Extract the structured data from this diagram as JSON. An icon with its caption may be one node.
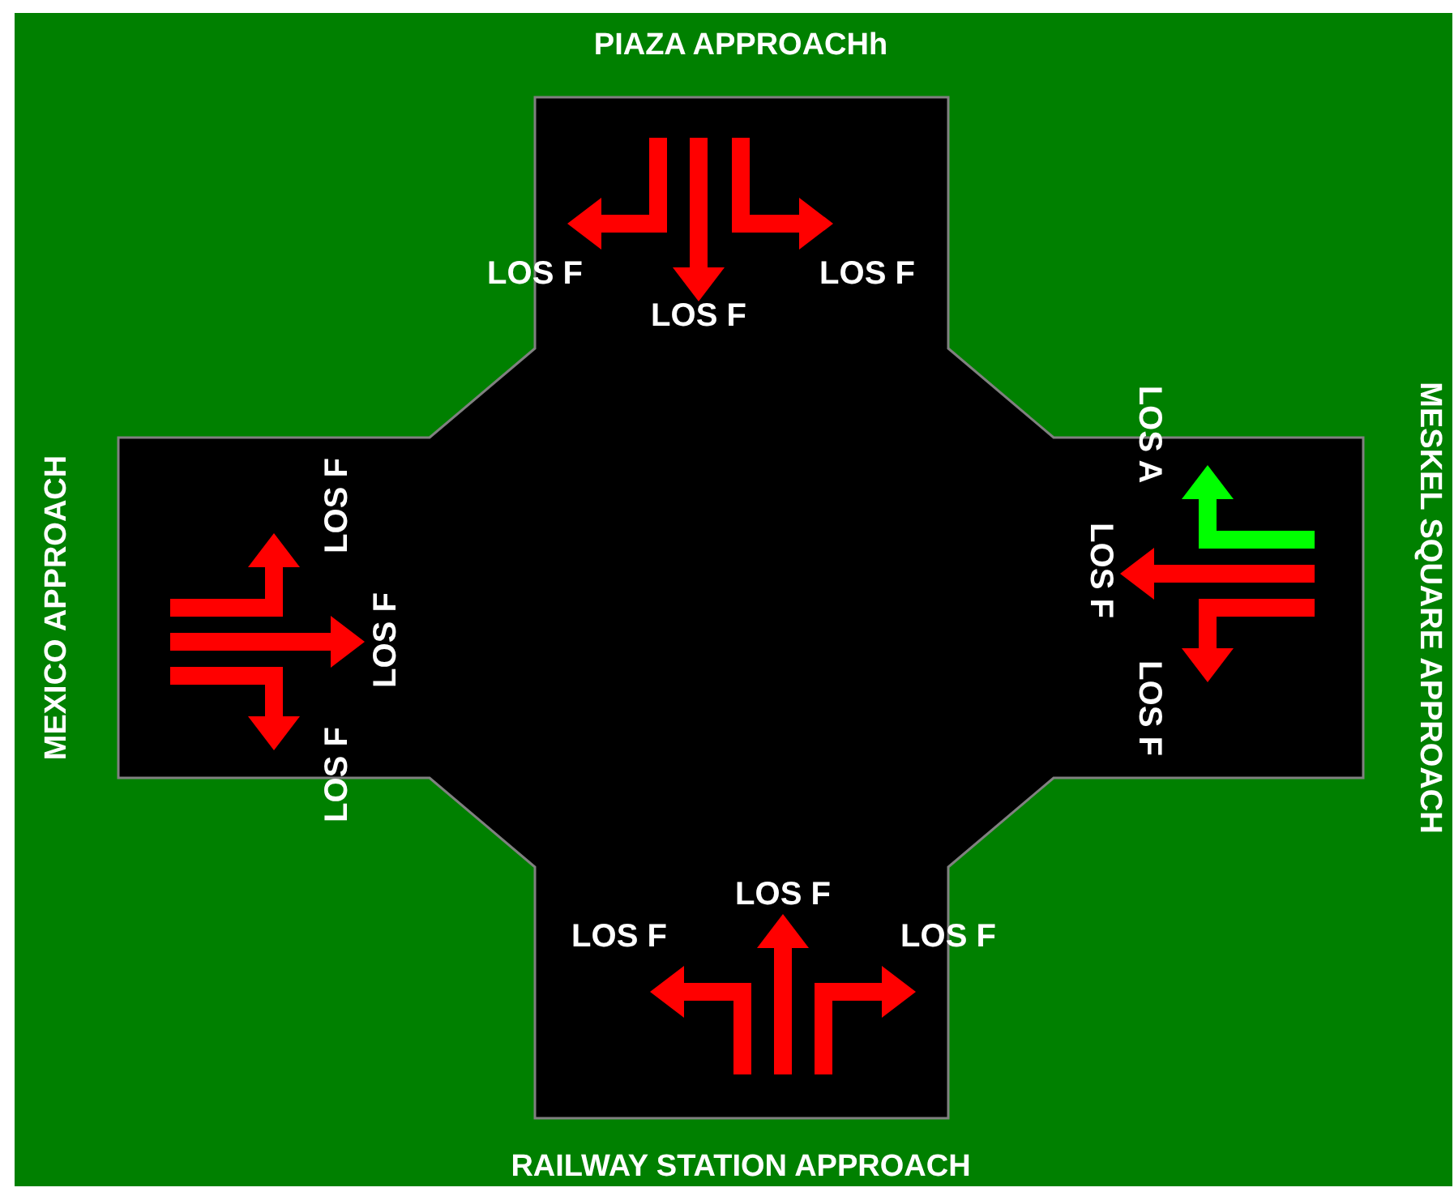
{
  "diagram": {
    "labels": [
      "PIAZA APPROACHh",
      "LOS F",
      "LOS F",
      "LOS F",
      "LOS A",
      "MEXICO APPROACH",
      "MESKEL SQUARE APPROACH",
      "LOS F",
      "LOS F",
      "LOS F",
      "LOS F",
      "LOS F",
      "LOS F",
      "LOS F",
      "LOS F",
      "RAILWAY STATION APPROACH"
    ]
  }
}
